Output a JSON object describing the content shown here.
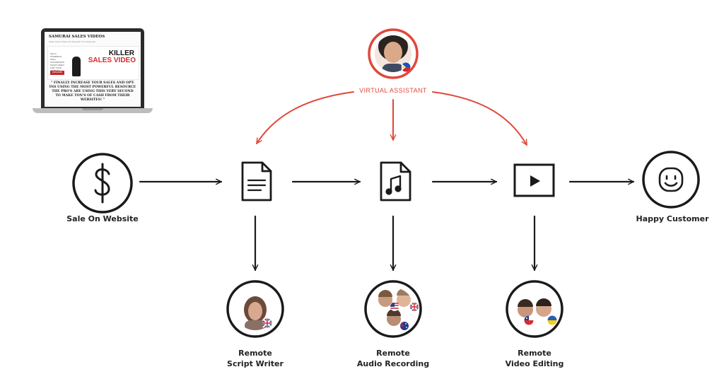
{
  "nodes": {
    "sale": {
      "label": "Sale On Website",
      "icon": "dollar-icon"
    },
    "script": {
      "icon": "document-icon"
    },
    "audio": {
      "icon": "music-file-icon"
    },
    "video": {
      "icon": "video-play-icon"
    },
    "customer": {
      "label": "Happy Customer",
      "icon": "smiley-icon"
    }
  },
  "assistant": {
    "label": "VIRTUAL ASSISTANT",
    "flags": [
      "philippines-flag-icon"
    ]
  },
  "remote": {
    "writer": {
      "line1": "Remote",
      "line2": "Script Writer",
      "flags": [
        "uk-flag-icon"
      ]
    },
    "audio": {
      "line1": "Remote",
      "line2": "Audio Recording",
      "flags": [
        "us-flag-icon",
        "uk-flag-icon",
        "australia-flag-icon"
      ]
    },
    "video": {
      "line1": "Remote",
      "line2": "Video Editing",
      "flags": [
        "chile-flag-icon",
        "ukraine-flag-icon"
      ]
    }
  },
  "laptop": {
    "title": "SAMURAI SALES VIDEOS",
    "subtitle": "Killer Sales Videos To Explode Your Business",
    "hero_text": "GET A POWERFUL HIGH-CONVERSION SALES VIDEO FOR YOUR WEBSITE",
    "button": "PREORDER",
    "headline_1": "KILLER",
    "headline_2": "SALES VIDEO",
    "body": "\" FINALLY INCREASE YOUR SALES AND OPT-INS USING THE MOST POWERFUL RESOURCE THE PRO'S ARE USING THIS VERY SECOND TO MAKE TON'S OF CASH FROM THEIR WEBSITES! \""
  },
  "colors": {
    "accent": "#e0483b",
    "ink": "#1a1a1a"
  }
}
